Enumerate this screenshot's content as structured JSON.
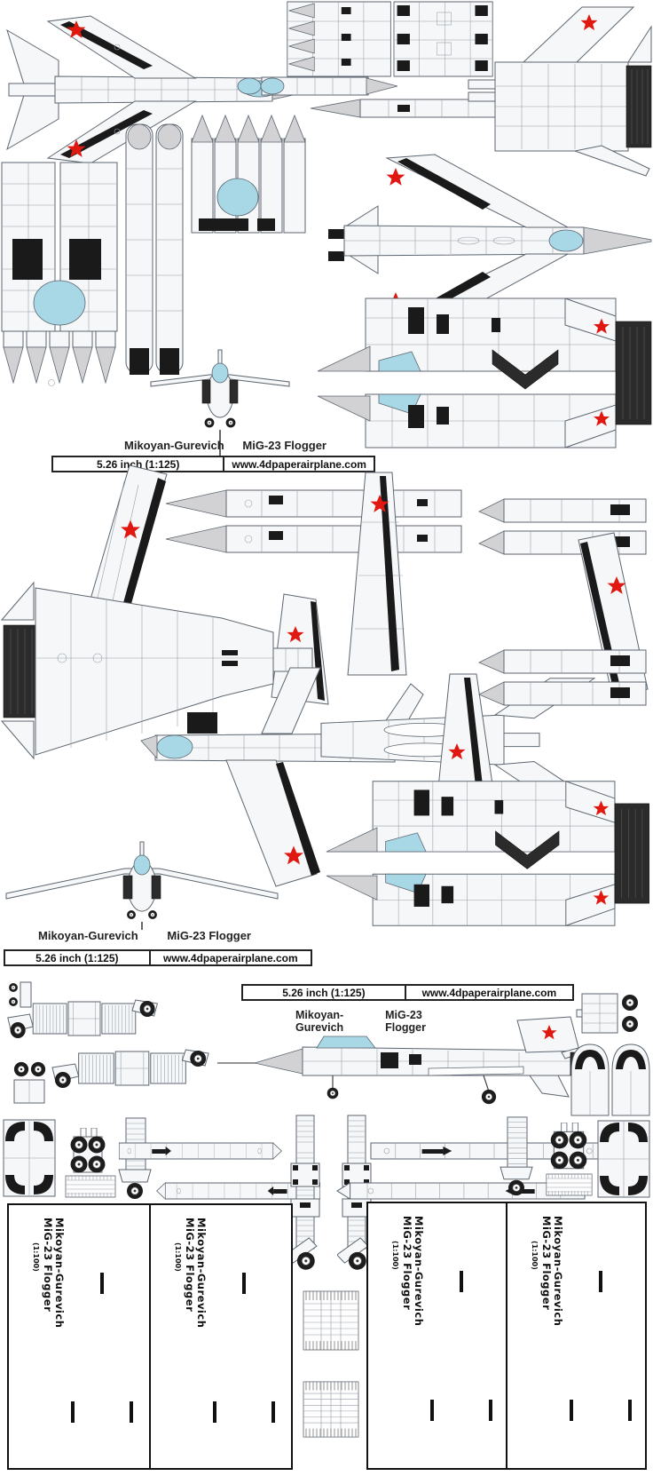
{
  "labels": {
    "instances": [
      {
        "manufacturer": "Mikoyan-Gurevich",
        "model": "MiG-23 Flogger"
      },
      {
        "manufacturer": "Mikoyan-Gurevich",
        "model": "MiG-23 Flogger"
      },
      {
        "manufacturer": "Mikoyan-Gurevich",
        "model": "MiG-23 Flogger"
      }
    ]
  },
  "scalebars": [
    {
      "scale": "5.26 inch (1:125)",
      "website": "www.4dpaperairplane.com"
    },
    {
      "scale": "5.26 inch (1:125)",
      "website": "www.4dpaperairplane.com"
    },
    {
      "scale": "5.26 inch (1:125)",
      "website": "www.4dpaperairplane.com"
    }
  ],
  "cards": [
    {
      "line1": "Mikoyan-Gurevich",
      "line2": "MiG-23 Flogger",
      "scale": "(1:100)"
    },
    {
      "line1": "Mikoyan-Gurevich",
      "line2": "MiG-23 Flogger",
      "scale": "(1:100)"
    },
    {
      "line1": "Mikoyan-Gurevich",
      "line2": "MiG-23 Flogger",
      "scale": "(1:100)"
    },
    {
      "line1": "Mikoyan-Gurevich",
      "line2": "MiG-23 Flogger",
      "scale": "(1:100)"
    }
  ],
  "icons": {
    "star": "red-star-icon",
    "wheel": "wheel-icon"
  },
  "colors": {
    "star-red": "#e01810",
    "canopy-blue": "#a8d7e6",
    "nose-gray": "#d2d2d4",
    "engine-dark": "#2b2b2b",
    "line-gray": "#5c6670",
    "detail-gray": "#98a0a8",
    "body-fill": "#f6f7f9",
    "black": "#1a1a1a"
  }
}
